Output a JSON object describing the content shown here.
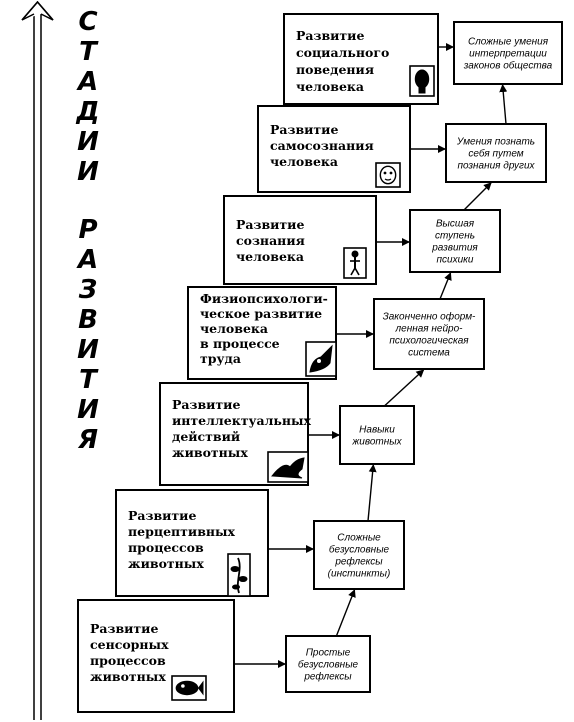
{
  "vertical_title": {
    "word1": "СТАДИИ",
    "word2": "РАЗВИТИЯ"
  },
  "stages": [
    {
      "lines": [
        "Развитие",
        "сенсорных",
        "процессов",
        "животных"
      ],
      "icon": "fish-icon"
    },
    {
      "lines": [
        "Развитие",
        "перцептивных",
        "процессов",
        "животных"
      ],
      "icon": "plant-icon"
    },
    {
      "lines": [
        "Развитие",
        "интеллектуальных",
        "действий",
        "животных"
      ],
      "icon": "animal-icon"
    },
    {
      "lines": [
        "Физиопсихологи-",
        "ческое развитие",
        "человека",
        "в процессе",
        "труда"
      ],
      "icon": "hand-tool-icon"
    },
    {
      "lines": [
        "Развитие",
        "сознания",
        "человека"
      ],
      "icon": "human-figure-icon"
    },
    {
      "lines": [
        "Развитие",
        "самосознания",
        "человека"
      ],
      "icon": "face-icon"
    },
    {
      "lines": [
        "Развитие",
        "социального",
        "поведения",
        "человека"
      ],
      "icon": "head-silhouette-icon"
    }
  ],
  "results": [
    {
      "lines": [
        "Простые",
        "безусловные",
        "рефлексы"
      ]
    },
    {
      "lines": [
        "Сложные",
        "безусловные",
        "рефлексы",
        "(инстинкты)"
      ]
    },
    {
      "lines": [
        "Навыки",
        "животных"
      ]
    },
    {
      "lines": [
        "Законченно оформ-",
        "ленная нейро-",
        "психологическая",
        "система"
      ]
    },
    {
      "lines": [
        "Высшая",
        "ступень",
        "развития",
        "психики"
      ]
    },
    {
      "lines": [
        "Умения познать",
        "себя путем",
        "познания других"
      ]
    },
    {
      "lines": [
        "Сложные умения",
        "интерпретации",
        "законов общества"
      ]
    }
  ]
}
